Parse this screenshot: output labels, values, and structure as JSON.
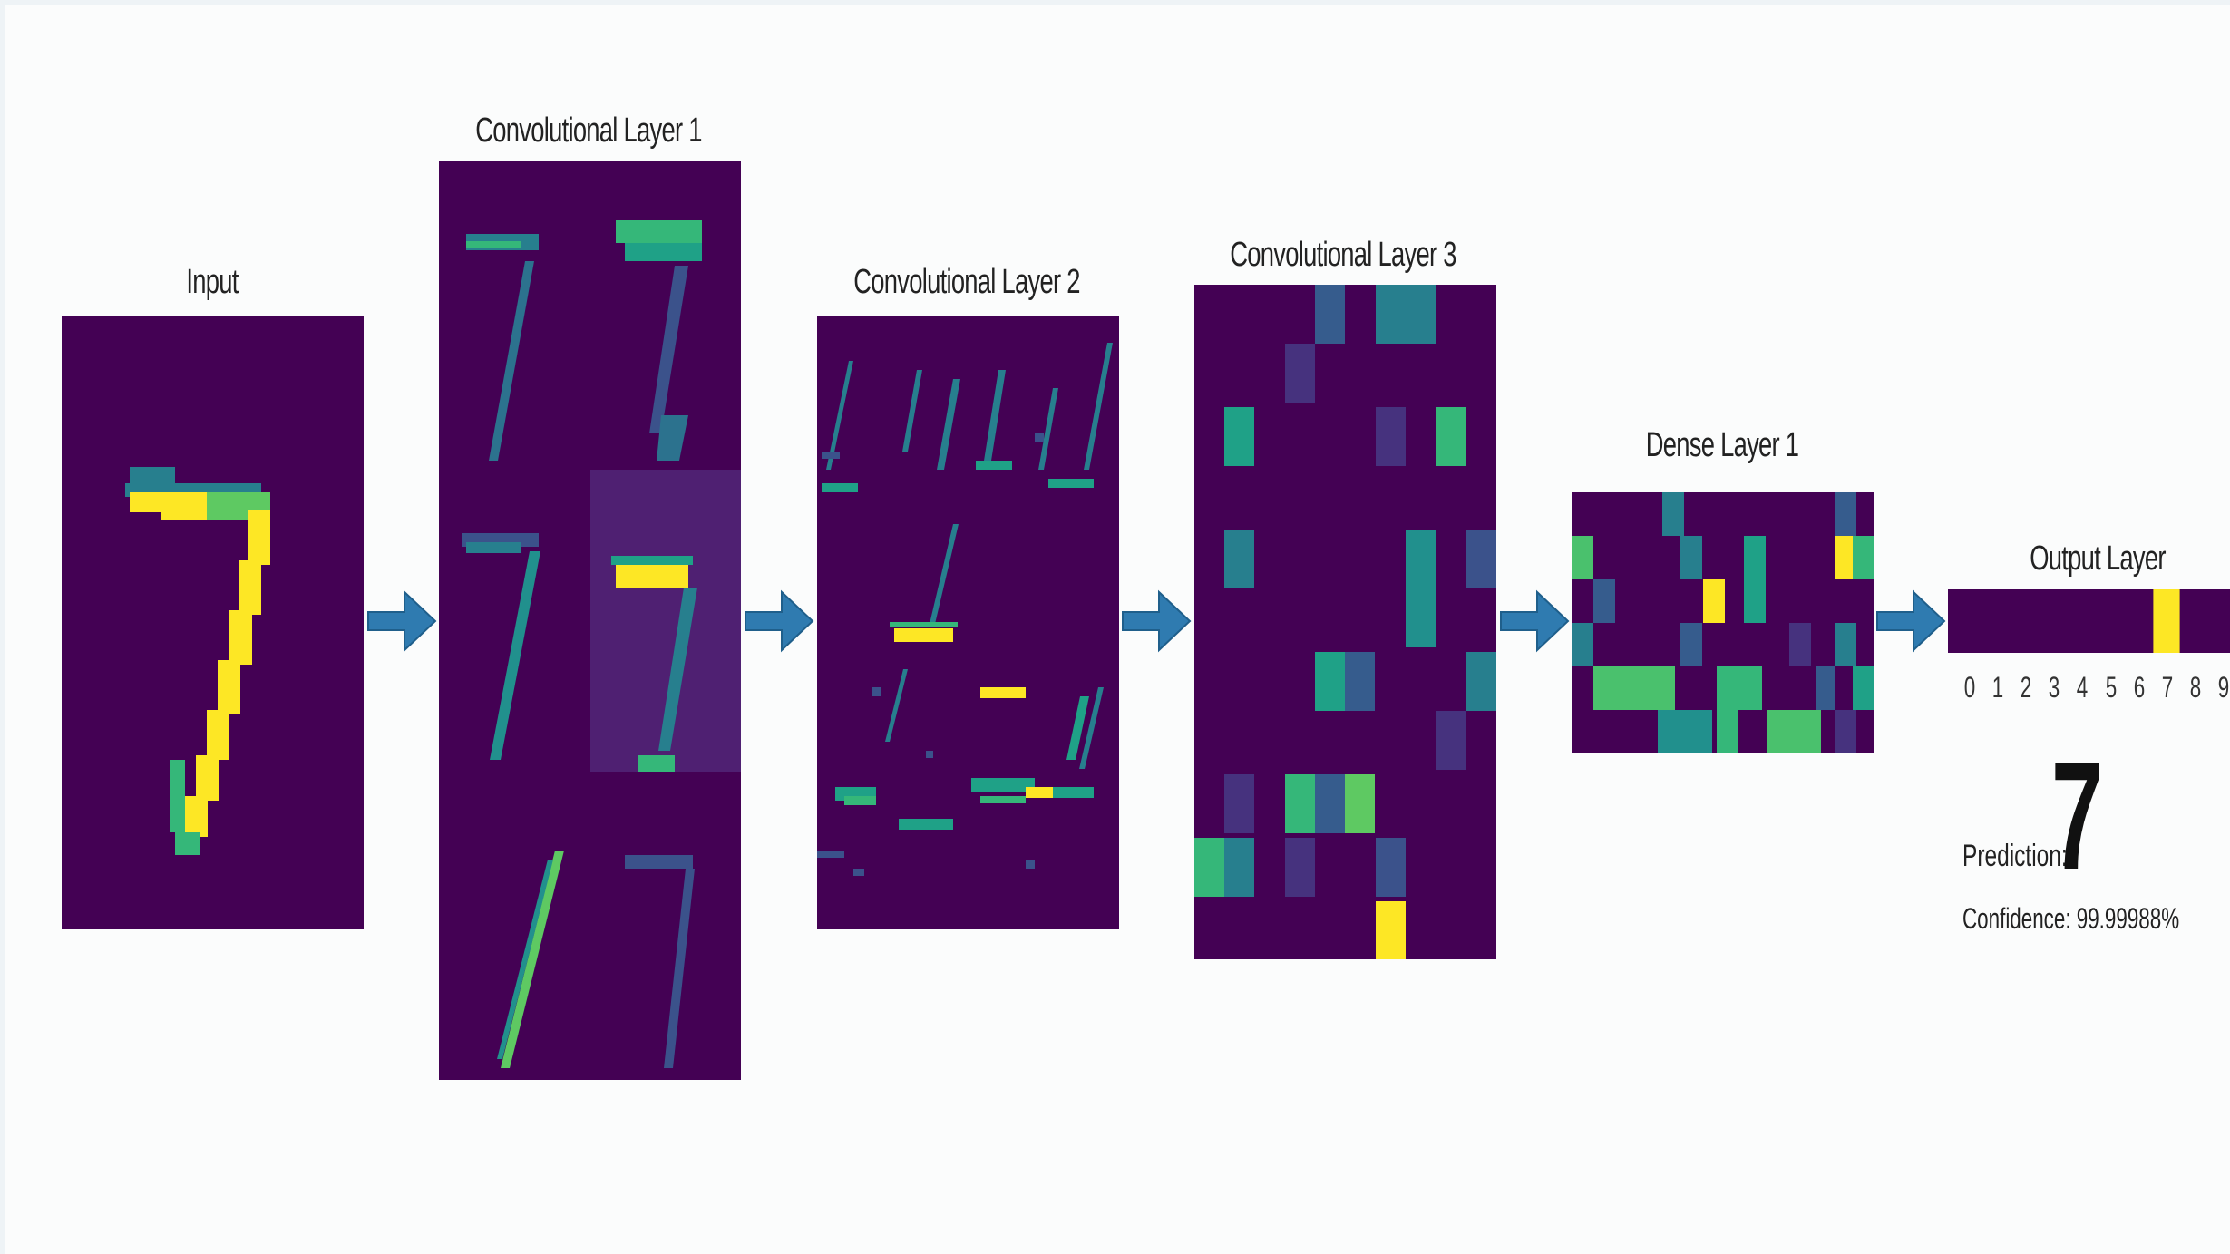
{
  "layers": {
    "input_title": "Input",
    "conv1_title": "Convolutional Layer 1",
    "conv2_title": "Convolutional Layer 2",
    "conv3_title": "Convolutional Layer 3",
    "dense1_title": "Dense Layer 1",
    "output_title": "Output Layer"
  },
  "output": {
    "class_labels": [
      "0",
      "1",
      "2",
      "3",
      "4",
      "5",
      "6",
      "7",
      "8",
      "9"
    ],
    "activations": [
      0,
      0,
      0,
      0,
      0,
      0,
      0,
      1,
      0,
      0
    ],
    "prediction_label": "Prediction:",
    "prediction_value": "7",
    "confidence_text": "Confidence: 99.99988%"
  },
  "colors": {
    "background": "#440154",
    "arrow": "#2f7bb0",
    "viridis": [
      "#440154",
      "#46327e",
      "#365c8d",
      "#277f8e",
      "#1fa187",
      "#4ac16d",
      "#a0da39",
      "#fde725"
    ]
  }
}
